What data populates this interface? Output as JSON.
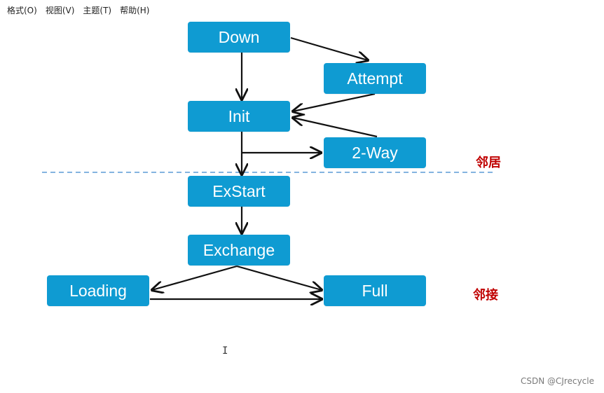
{
  "menu": {
    "items": [
      {
        "label": "格式(O)"
      },
      {
        "label": "视图(V)"
      },
      {
        "label": "主题(T)"
      },
      {
        "label": "帮助(H)"
      }
    ]
  },
  "diagram": {
    "nodes": {
      "down": "Down",
      "attempt": "Attempt",
      "init": "Init",
      "two_way": "2-Way",
      "exstart": "ExStart",
      "exchange": "Exchange",
      "loading": "Loading",
      "full": "Full"
    },
    "labels": {
      "neighbor": "邻居",
      "adjacency": "邻接"
    },
    "colors": {
      "node": "#0f9bd2",
      "label": "#c00000",
      "divider": "#5b9bd5"
    }
  },
  "cursor_glyph": "I",
  "watermark": "CSDN @CJrecycle"
}
